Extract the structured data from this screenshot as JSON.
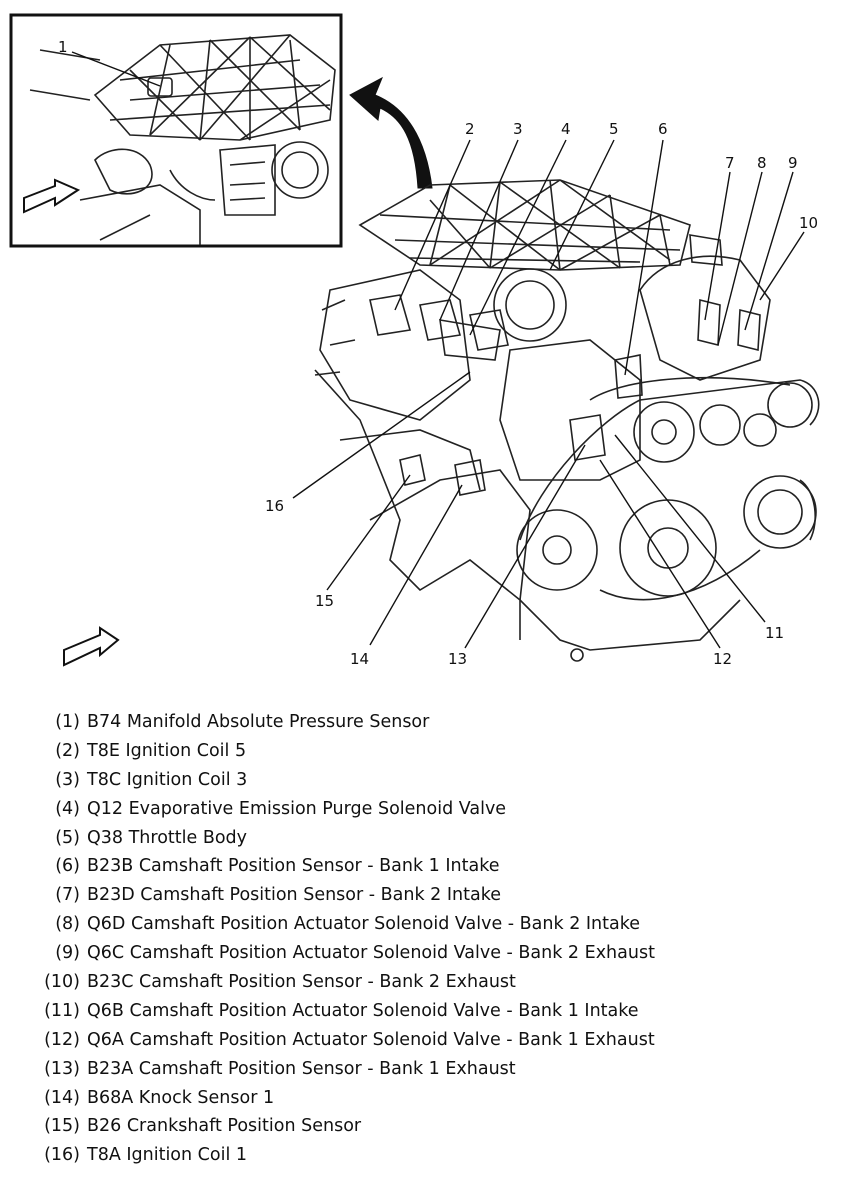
{
  "callouts": [
    "1",
    "2",
    "3",
    "4",
    "5",
    "6",
    "7",
    "8",
    "9",
    "10",
    "11",
    "12",
    "13",
    "14",
    "15",
    "16"
  ],
  "legend": [
    {
      "num": "(1)",
      "label": "B74 Manifold Absolute Pressure Sensor"
    },
    {
      "num": "(2)",
      "label": "T8E Ignition Coil 5"
    },
    {
      "num": "(3)",
      "label": "T8C Ignition Coil 3"
    },
    {
      "num": "(4)",
      "label": "Q12 Evaporative Emission Purge Solenoid Valve"
    },
    {
      "num": "(5)",
      "label": "Q38 Throttle Body"
    },
    {
      "num": "(6)",
      "label": "B23B Camshaft Position Sensor - Bank 1 Intake"
    },
    {
      "num": "(7)",
      "label": "B23D Camshaft Position Sensor - Bank 2 Intake"
    },
    {
      "num": "(8)",
      "label": "Q6D Camshaft Position Actuator Solenoid Valve - Bank 2 Intake"
    },
    {
      "num": "(9)",
      "label": "Q6C Camshaft Position Actuator Solenoid Valve - Bank 2 Exhaust"
    },
    {
      "num": "(10)",
      "label": "B23C Camshaft Position Sensor - Bank 2 Exhaust"
    },
    {
      "num": "(11)",
      "label": "Q6B Camshaft Position Actuator Solenoid Valve - Bank 1 Intake"
    },
    {
      "num": "(12)",
      "label": "Q6A Camshaft Position Actuator Solenoid Valve - Bank 1 Exhaust"
    },
    {
      "num": "(13)",
      "label": "B23A Camshaft Position Sensor - Bank 1 Exhaust"
    },
    {
      "num": "(14)",
      "label": "B68A Knock Sensor 1"
    },
    {
      "num": "(15)",
      "label": "B26 Crankshaft Position Sensor"
    },
    {
      "num": "(16)",
      "label": "T8A Ignition Coil 1"
    }
  ]
}
